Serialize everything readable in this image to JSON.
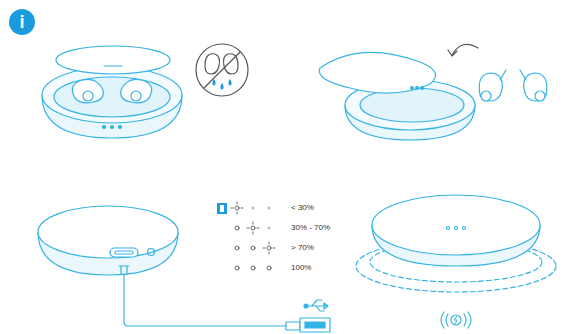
{
  "diagram": {
    "labels": [
      "i",
      "< 30%",
      "30% - 70%",
      "> 70%",
      "100%"
    ]
  }
}
